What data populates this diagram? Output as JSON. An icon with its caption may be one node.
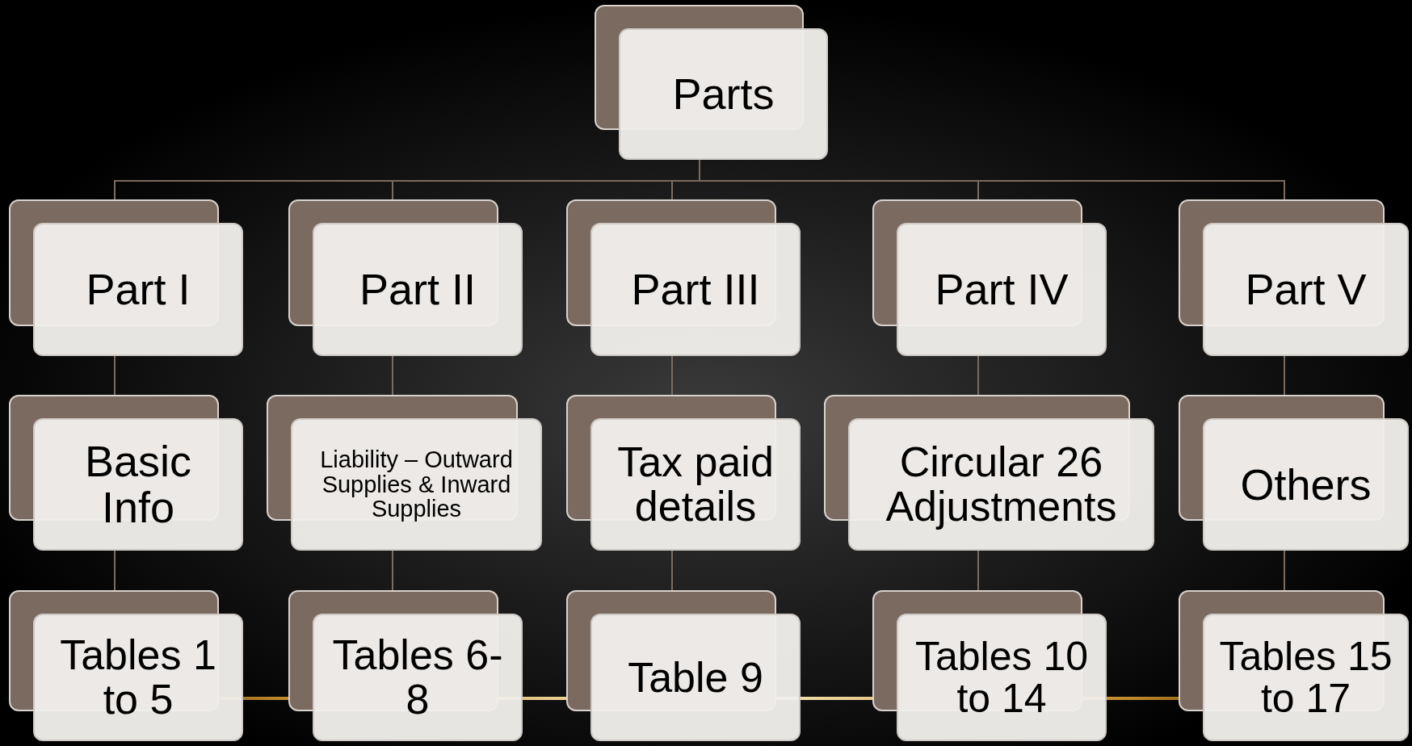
{
  "diagram": {
    "nodes": [
      {
        "text": [
          "Parts"
        ]
      },
      {
        "text": [
          "Part I"
        ]
      },
      {
        "text": [
          "Part II"
        ]
      },
      {
        "text": [
          "Part III"
        ]
      },
      {
        "text": [
          "Part IV"
        ]
      },
      {
        "text": [
          "Part V"
        ]
      },
      {
        "text": [
          "Basic Info"
        ]
      },
      {
        "text": [
          "Liability – Outward Supplies & Inward Supplies"
        ]
      },
      {
        "text": [
          "Tax paid details"
        ]
      },
      {
        "text": [
          "Circular 26 Adjustments"
        ]
      },
      {
        "text": [
          "Others"
        ]
      },
      {
        "text": [
          "Tables 1 to 5"
        ]
      },
      {
        "text": [
          "Tables 6-8"
        ]
      },
      {
        "text": [
          "Table 9"
        ]
      },
      {
        "text": [
          "Tables 10 to 14"
        ]
      },
      {
        "text": [
          "Tables 15 to 17"
        ]
      }
    ],
    "edges": [
      {
        "from": 0,
        "to": 1,
        "arrow": "none"
      },
      {
        "from": 0,
        "to": 2,
        "arrow": "none"
      },
      {
        "from": 0,
        "to": 3,
        "arrow": "none"
      },
      {
        "from": 0,
        "to": 4,
        "arrow": "none"
      },
      {
        "from": 0,
        "to": 5,
        "arrow": "none"
      },
      {
        "from": 1,
        "to": 6,
        "arrow": "none"
      },
      {
        "from": 2,
        "to": 7,
        "arrow": "none"
      },
      {
        "from": 3,
        "to": 8,
        "arrow": "none"
      },
      {
        "from": 4,
        "to": 9,
        "arrow": "none"
      },
      {
        "from": 5,
        "to": 10,
        "arrow": "none"
      },
      {
        "from": 6,
        "to": 11,
        "arrow": "none"
      },
      {
        "from": 7,
        "to": 12,
        "arrow": "none"
      },
      {
        "from": 8,
        "to": 13,
        "arrow": "none"
      },
      {
        "from": 9,
        "to": 14,
        "arrow": "none"
      },
      {
        "from": 10,
        "to": 15,
        "arrow": "none"
      }
    ]
  }
}
